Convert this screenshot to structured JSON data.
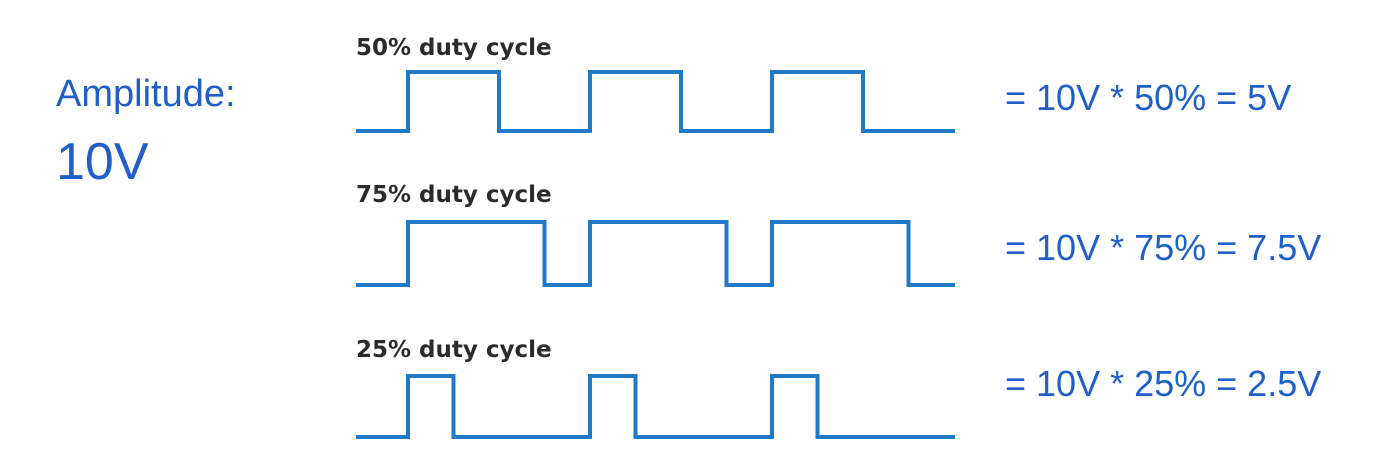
{
  "amplitude": {
    "label": "Amplitude:",
    "value": "10V"
  },
  "rows": [
    {
      "label": "50% duty cycle",
      "duty": 0.5,
      "equation": "= 10V * 50% = 5V"
    },
    {
      "label": "75% duty cycle",
      "duty": 0.75,
      "equation": "= 10V * 75% = 7.5V"
    },
    {
      "label": "25% duty cycle",
      "duty": 0.25,
      "equation": "= 10V * 25% = 2.5V"
    }
  ],
  "colors": {
    "text_accent": "#1f5fc9",
    "waveform": "#2079c7",
    "label": "#2b2b2b"
  }
}
